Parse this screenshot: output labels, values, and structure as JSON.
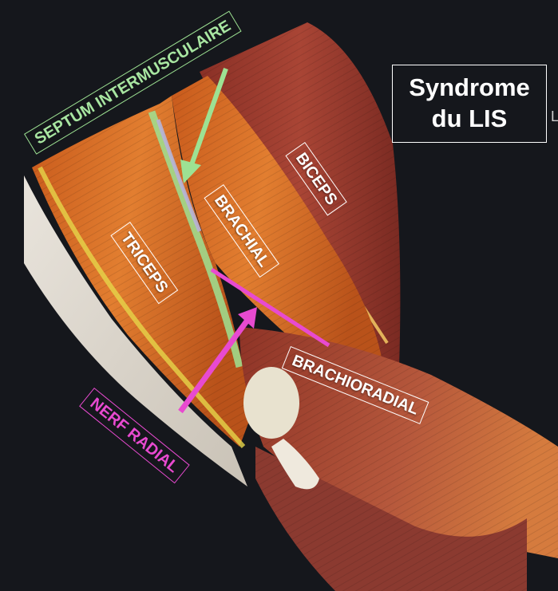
{
  "title": {
    "line1": "Syndrome",
    "line2": "du LIS"
  },
  "side_glyph": "L",
  "labels": {
    "septum": "SEPTUM INTERMUSCULAIRE",
    "biceps": "BICEPS",
    "brachial": "BRACHIAL",
    "triceps": "TRICEPS",
    "brachioradial": "BRACHIORADIAL",
    "nerf_radial": "NERF RADIAL"
  },
  "colors": {
    "background": "#15171c",
    "septum_green": "#9de293",
    "nerve_pink": "#e84ad0",
    "label_white": "#ffffff",
    "muscle_orange": "#d9722a",
    "muscle_red": "#9a3a2c"
  }
}
